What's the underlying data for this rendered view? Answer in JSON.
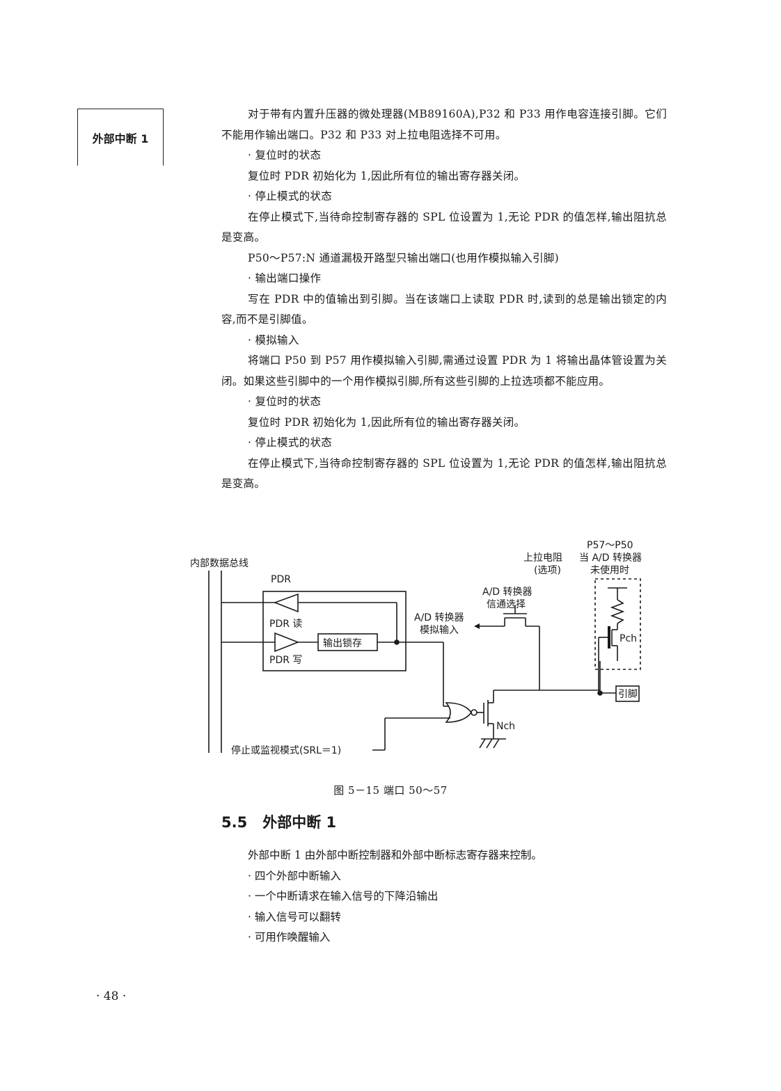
{
  "side_tab": "外部中断 1",
  "paragraphs": [
    {
      "style": "ind",
      "text": "对于带有内置升压器的微处理器(MB89160A),P32 和 P33 用作电容连接引脚。它们不能用作输出端口。P32 和 P33 对上拉电阻选择不可用。"
    },
    {
      "style": "bul",
      "text": "· 复位时的状态"
    },
    {
      "style": "ind",
      "text": "复位时 PDR 初始化为 1,因此所有位的输出寄存器关闭。"
    },
    {
      "style": "bul",
      "text": "· 停止模式的状态"
    },
    {
      "style": "ind",
      "text": "在停止模式下,当待命控制寄存器的 SPL 位设置为 1,无论 PDR 的值怎样,输出阻抗总是变高。"
    },
    {
      "style": "ind",
      "text": "P50～P57:N 通道漏极开路型只输出端口(也用作模拟输入引脚)"
    },
    {
      "style": "bul",
      "text": "· 输出端口操作"
    },
    {
      "style": "ind",
      "text": "写在 PDR 中的值输出到引脚。当在该端口上读取 PDR 时,读到的总是输出锁定的内容,而不是引脚值。"
    },
    {
      "style": "bul",
      "text": "· 模拟输入"
    },
    {
      "style": "ind",
      "text": "将端口 P50 到 P57 用作模拟输入引脚,需通过设置 PDR 为 1 将输出晶体管设置为关闭。如果这些引脚中的一个用作模拟引脚,所有这些引脚的上拉选项都不能应用。"
    },
    {
      "style": "bul",
      "text": "· 复位时的状态"
    },
    {
      "style": "ind",
      "text": "复位时 PDR 初始化为 1,因此所有位的输出寄存器关闭。"
    },
    {
      "style": "bul",
      "text": "· 停止模式的状态"
    },
    {
      "style": "ind",
      "text": "在停止模式下,当待命控制寄存器的 SPL 位设置为 1,无论 PDR 的值怎样,输出阻抗总是变高。"
    }
  ],
  "diagram": {
    "bus_label": "内部数据总线",
    "pdr_label": "PDR",
    "pdr_read": "PDR 读",
    "pdr_write": "PDR 写",
    "latch_label": "输出锁存",
    "ad_analog_1": "A/D 转换器",
    "ad_analog_2": "模拟输入",
    "ad_channel_1": "A/D 转换器",
    "ad_channel_2": "信通选择",
    "pullup_1": "上拉电阻",
    "pullup_2": "(选项)",
    "p57_1": "P57～P50",
    "p57_2": "当 A/D 转换器",
    "p57_3": "未使用时",
    "pch": "Pch",
    "nch": "Nch",
    "pin": "引脚",
    "stop_mode": "停止或监视模式(SRL＝1)"
  },
  "figure_caption": "图 5－15   端口 50～57",
  "section": {
    "number": "5.5",
    "title": "外部中断 1",
    "intro": "外部中断 1 由外部中断控制器和外部中断标志寄存器来控制。",
    "bullets": [
      "· 四个外部中断输入",
      "· 一个中断请求在输入信号的下降沿输出",
      "· 输入信号可以翻转",
      "· 可用作唤醒输入"
    ]
  },
  "page_number": "· 48 ·"
}
